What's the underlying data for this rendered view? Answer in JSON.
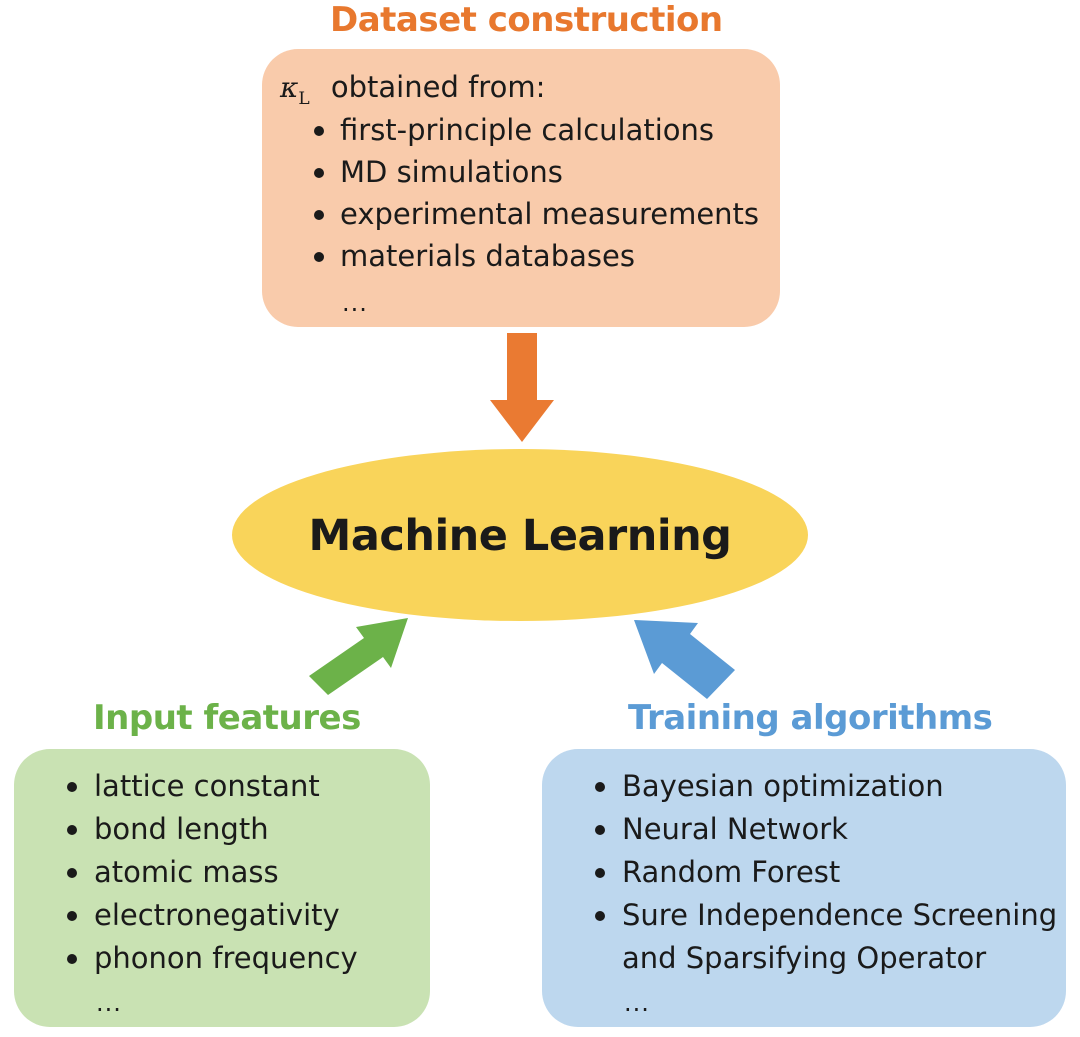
{
  "colors": {
    "dataset_title": "#e8782e",
    "dataset_box": "#f9cbab",
    "arrow_top": "#ea7a32",
    "ellipse": "#f9d45a",
    "input_title": "#6cb249",
    "input_box": "#c9e2b3",
    "arrow_left": "#6cb249",
    "training_title": "#5b9bd5",
    "training_box": "#bdd7ee",
    "arrow_right": "#5b9bd5"
  },
  "dataset": {
    "title": "Dataset construction",
    "kappa_symbol": "κ",
    "kappa_subscript": "L",
    "lead_text": "obtained from:",
    "items": [
      "first-principle calculations",
      "MD simulations",
      "experimental measurements",
      "materials databases"
    ],
    "ellipsis": "..."
  },
  "center": {
    "label": "Machine Learning"
  },
  "input_features": {
    "title": "Input features",
    "items": [
      "lattice constant",
      "bond length",
      "atomic mass",
      "electronegativity",
      "phonon frequency"
    ],
    "ellipsis": "..."
  },
  "training": {
    "title": "Training algorithms",
    "items": [
      "Bayesian optimization",
      "Neural Network",
      "Random Forest",
      "Sure Independence Screening",
      "and Sparsifying Operator"
    ],
    "ellipsis": "..."
  }
}
